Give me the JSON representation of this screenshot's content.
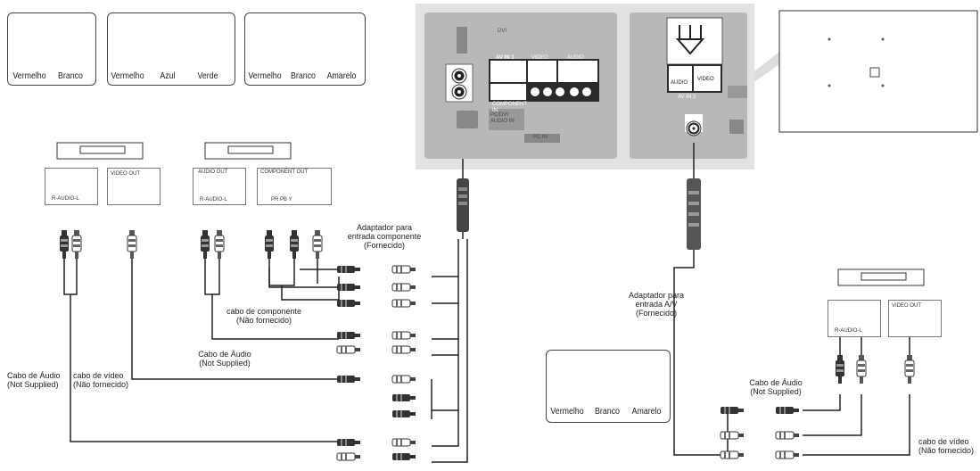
{
  "legends": {
    "left_audio": {
      "labels": [
        "Vermelho",
        "Branco"
      ]
    },
    "left_component": {
      "labels": [
        "Vermelho",
        "Azul",
        "Verde"
      ]
    },
    "left_av": {
      "labels": [
        "Vermelho",
        "Branco",
        "Amarelo"
      ]
    },
    "right_av": {
      "labels": [
        "Vermelho",
        "Branco",
        "Amarelo"
      ]
    }
  },
  "devices": {
    "left1": {
      "title": "Dispositivo",
      "audio_out": "R-AUDIO-L",
      "video_out": "VIDEO OUT"
    },
    "left2": {
      "title": "Dispositivo",
      "audio_out": "AUDIO OUT",
      "audio_sub": "R-AUDIO-L",
      "component_out": "COMPONENT OUT",
      "component_sub": "PR PB Y"
    },
    "right": {
      "title": "Dispositivo",
      "audio_out": "R-AUDIO-L",
      "video_out": "VIDEO OUT"
    }
  },
  "tv_panel_left": {
    "av_in": "AV IN 1",
    "video": "VIDEO",
    "audio": "AUDIO",
    "component": "COMPONENT IN",
    "dvi": "DVI",
    "pc_audio": "PC/DVI AUDIO IN",
    "pc": "PC IN"
  },
  "tv_panel_right": {
    "audio": "AUDIO",
    "video": "VIDEO",
    "av_in": "AV IN 2"
  },
  "annotations": {
    "adapter_component": [
      "Adaptador para",
      "entrada componente",
      "(Fornecido)"
    ],
    "component_cable": [
      "cabo de componente",
      "(Não fornecido)"
    ],
    "audio_cable_mid": [
      "Cabo de Áudio",
      "(Not Supplied)"
    ],
    "audio_cable_left": [
      "Cabo de Áudio",
      "(Not Supplied)"
    ],
    "video_cable_left": [
      "cabo de vídeo",
      "(Não fornecido)"
    ],
    "adapter_av": [
      "Adaptador para",
      "entrada A/V",
      "(Fornecido)"
    ],
    "audio_cable_right": [
      "Cabo de Áudio",
      "(Not Supplied)"
    ],
    "video_cable_right": [
      "cabo de vídeo",
      "(Não fornecido)"
    ]
  },
  "colors": {
    "device_fill": "#a3a3a7",
    "tv_panel": "#e2e2e2",
    "tv_back": "#b8b8b8",
    "wire": "#222222"
  }
}
